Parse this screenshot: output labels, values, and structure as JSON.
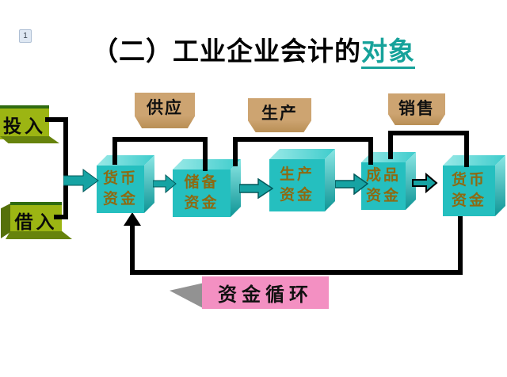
{
  "slide": {
    "page_number": "1",
    "title": {
      "prefix": "（二）工业企业会计的",
      "highlight": "对象"
    }
  },
  "process_labels": [
    {
      "label": "供应"
    },
    {
      "label": "生产"
    },
    {
      "label": "销售"
    }
  ],
  "source_boxes": [
    {
      "label": "投入"
    },
    {
      "label": "借入"
    }
  ],
  "fund_boxes": [
    {
      "line1": "货币",
      "line2": "资金"
    },
    {
      "line1": "储备",
      "line2": "资金"
    },
    {
      "line1": "生产",
      "line2": "资金"
    },
    {
      "line1": "成品",
      "line2": "资金"
    },
    {
      "line1": "货币",
      "line2": "资金"
    }
  ],
  "callout": {
    "label": "资金循环"
  },
  "icons": {
    "flow_arrow": "right-arrow →",
    "feedback_arrow": "up-arrow ↑"
  },
  "colors": {
    "title_highlight": "#16a29a",
    "cube_front": "#25bfbf",
    "cube_text_gold": "#8d6a12",
    "plaque_tan": "#cda471",
    "source_green": "#9cb513",
    "callout_pink": "#f390c2",
    "connector_black": "#000000",
    "arrow_teal": "#16a3a3"
  }
}
